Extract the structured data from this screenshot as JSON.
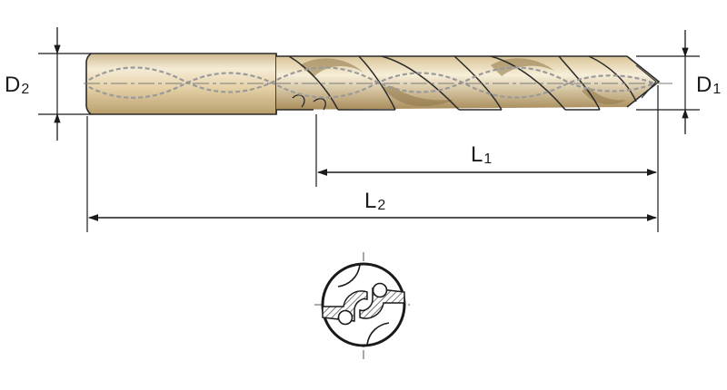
{
  "labels": {
    "d2": {
      "main": "D",
      "sub": "2"
    },
    "d1": {
      "main": "D",
      "sub": "1"
    },
    "l1": {
      "main": "L",
      "sub": "1"
    },
    "l2": {
      "main": "L",
      "sub": "2"
    }
  },
  "colors": {
    "tool_body": "#e8d6ae",
    "tool_highlight": "#f7efd9",
    "tool_shadow": "#b89e6c",
    "outline": "#2a2a2a",
    "coolant_channel": "#9a9a9a",
    "hatch": "#444444"
  },
  "icons": [
    "drill-shank",
    "drill-flutes",
    "drill-tip",
    "cross-section"
  ]
}
